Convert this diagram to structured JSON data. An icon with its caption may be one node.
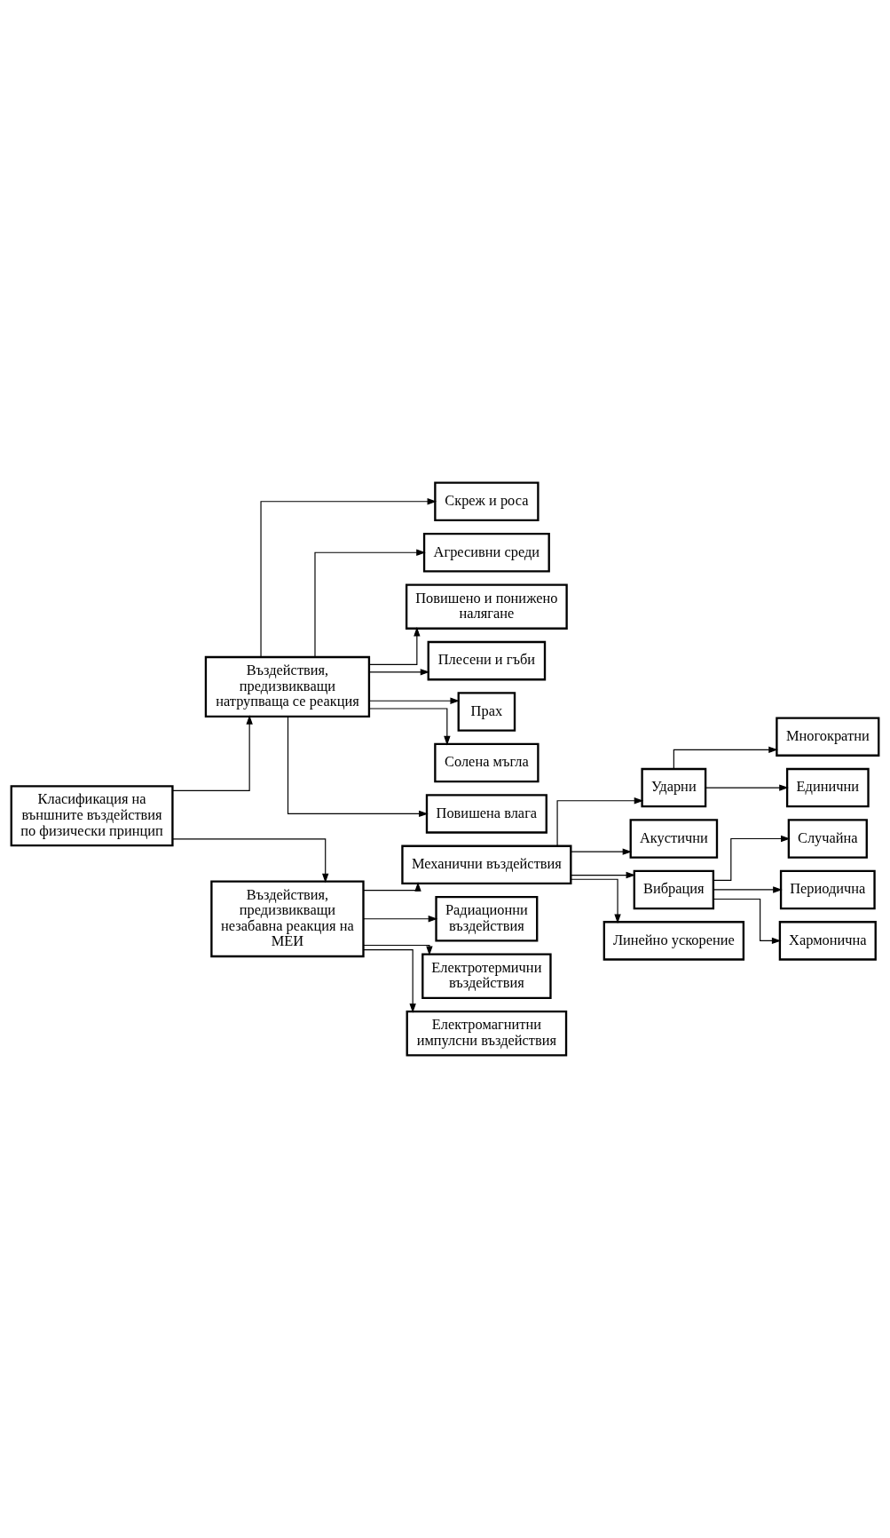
{
  "diagram": {
    "nodes": [
      {
        "text": [
          "Класификация на външните въздействия по физически принцип"
        ]
      },
      {
        "text": [
          "Въздействия, предизвикващи натрупваща се реакция"
        ]
      },
      {
        "text": [
          "Въздействия, предизвикващи незабавна реакция на МЕИ"
        ]
      },
      {
        "text": [
          "Скреж и роса"
        ]
      },
      {
        "text": [
          "Агресивни среди"
        ]
      },
      {
        "text": [
          "Повишено и понижено налягане"
        ]
      },
      {
        "text": [
          "Плесени и гъби"
        ]
      },
      {
        "text": [
          "Прах"
        ]
      },
      {
        "text": [
          "Солена мъгла"
        ]
      },
      {
        "text": [
          "Повишена влага"
        ]
      },
      {
        "text": [
          "Механични въздействия"
        ]
      },
      {
        "text": [
          "Радиационни въздействия"
        ]
      },
      {
        "text": [
          "Електротермични въздействия"
        ]
      },
      {
        "text": [
          "Електромагнитни импулсни въздействия"
        ]
      },
      {
        "text": [
          "Ударни"
        ]
      },
      {
        "text": [
          "Акустични"
        ]
      },
      {
        "text": [
          "Вибрация"
        ]
      },
      {
        "text": [
          "Линейно ускорение"
        ]
      },
      {
        "text": [
          "Многократни"
        ]
      },
      {
        "text": [
          "Единични"
        ]
      },
      {
        "text": [
          "Случайна"
        ]
      },
      {
        "text": [
          "Периодична"
        ]
      },
      {
        "text": [
          "Хармонична"
        ]
      }
    ],
    "edges": [
      {
        "from": 0,
        "to": 1,
        "arrow": "to"
      },
      {
        "from": 0,
        "to": 2,
        "arrow": "to"
      },
      {
        "from": 1,
        "to": 3,
        "arrow": "to"
      },
      {
        "from": 1,
        "to": 4,
        "arrow": "to"
      },
      {
        "from": 1,
        "to": 5,
        "arrow": "to"
      },
      {
        "from": 1,
        "to": 6,
        "arrow": "to"
      },
      {
        "from": 1,
        "to": 7,
        "arrow": "to"
      },
      {
        "from": 1,
        "to": 8,
        "arrow": "to"
      },
      {
        "from": 1,
        "to": 9,
        "arrow": "to"
      },
      {
        "from": 2,
        "to": 10,
        "arrow": "to"
      },
      {
        "from": 2,
        "to": 11,
        "arrow": "to"
      },
      {
        "from": 2,
        "to": 12,
        "arrow": "to"
      },
      {
        "from": 2,
        "to": 13,
        "arrow": "to"
      },
      {
        "from": 10,
        "to": 14,
        "arrow": "to"
      },
      {
        "from": 10,
        "to": 15,
        "arrow": "to"
      },
      {
        "from": 10,
        "to": 16,
        "arrow": "to"
      },
      {
        "from": 10,
        "to": 17,
        "arrow": "to"
      },
      {
        "from": 14,
        "to": 18,
        "arrow": "to"
      },
      {
        "from": 14,
        "to": 19,
        "arrow": "to"
      },
      {
        "from": 16,
        "to": 20,
        "arrow": "to"
      },
      {
        "from": 16,
        "to": 21,
        "arrow": "to"
      },
      {
        "from": 16,
        "to": 22,
        "arrow": "to"
      }
    ]
  }
}
